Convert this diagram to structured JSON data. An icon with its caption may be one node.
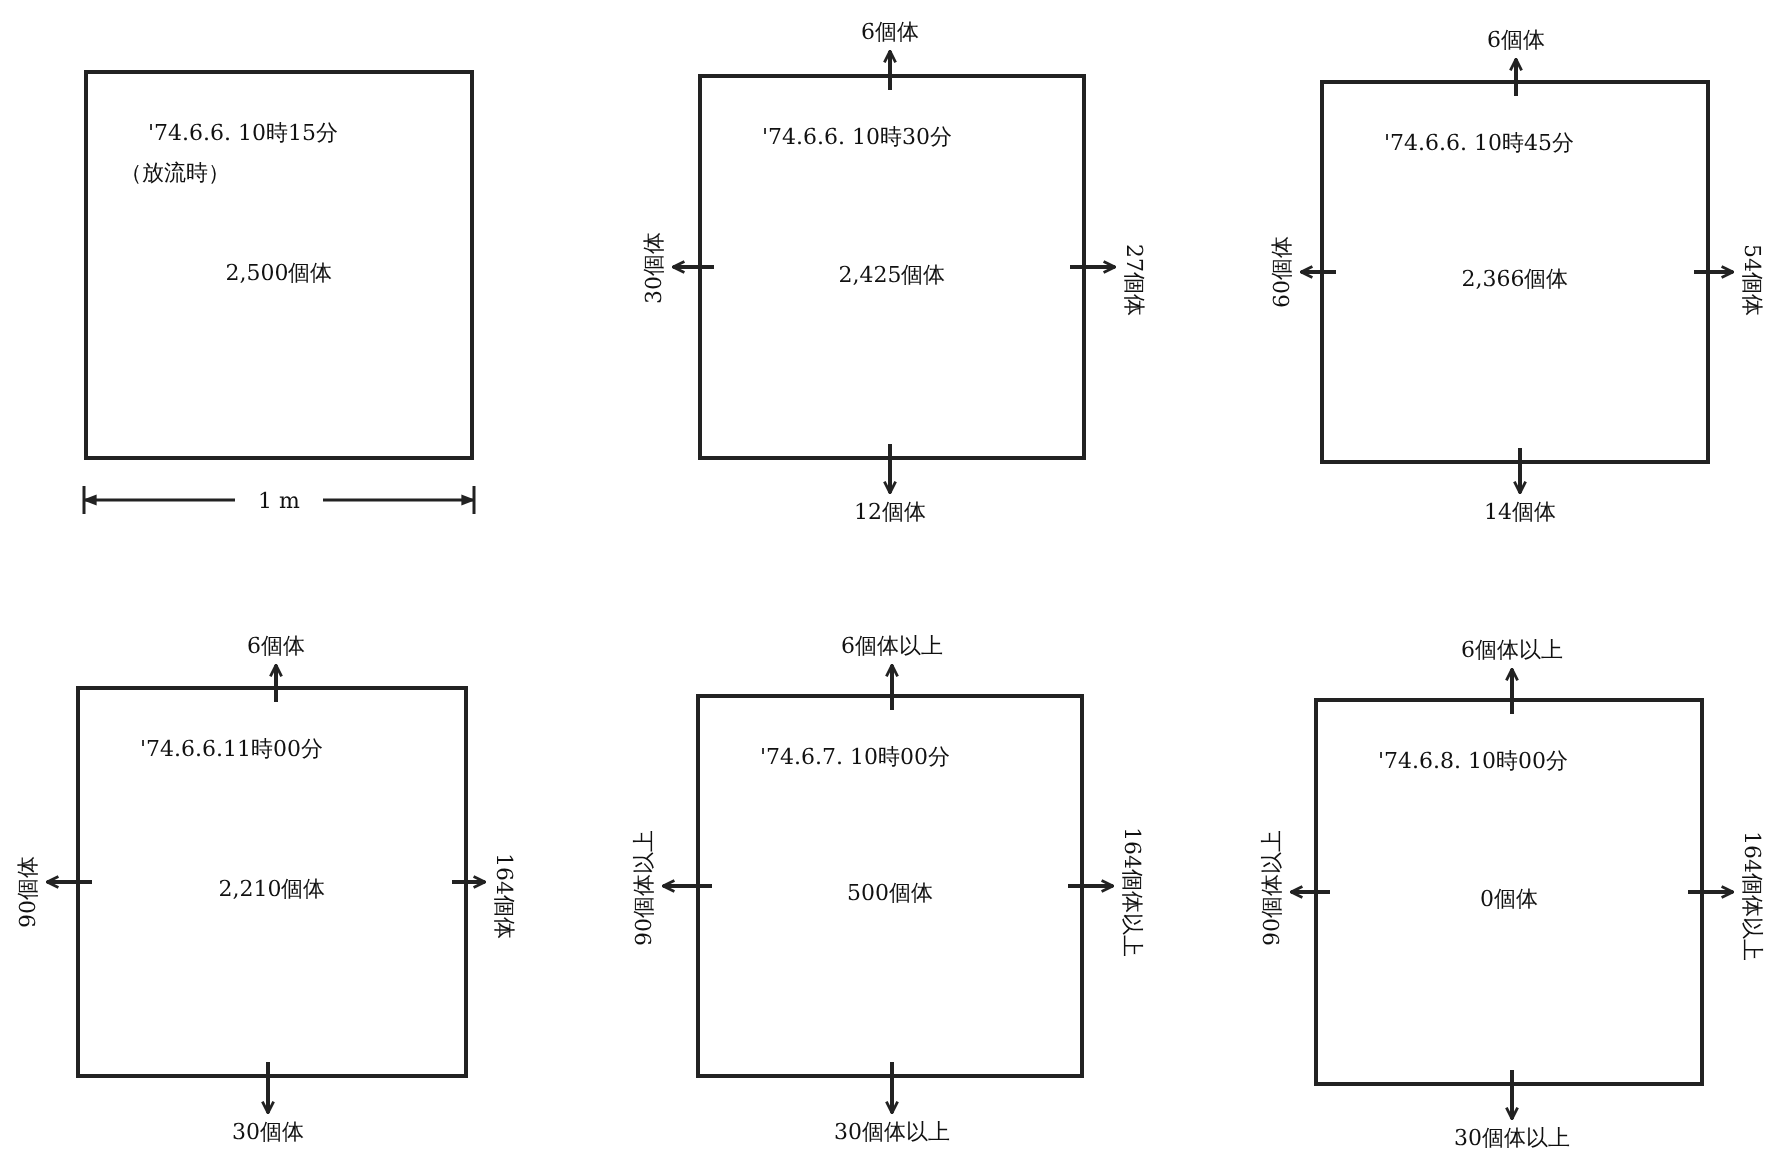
{
  "diagram": {
    "nodes": [
      {
        "text": [
          "'74.6.6. 10時15分",
          "（放流時）",
          "2,500個体"
        ]
      },
      {
        "text": [
          "'74.6.6. 10時30分",
          "2,425個体"
        ]
      },
      {
        "text": [
          "6個体"
        ]
      },
      {
        "text": [
          "30個体"
        ]
      },
      {
        "text": [
          "27個体"
        ]
      },
      {
        "text": [
          "12個体"
        ]
      },
      {
        "text": [
          "'74.6.6. 10時45分",
          "2,366個体"
        ]
      },
      {
        "text": [
          "6個体"
        ]
      },
      {
        "text": [
          "60個体"
        ]
      },
      {
        "text": [
          "54個体"
        ]
      },
      {
        "text": [
          "14個体"
        ]
      },
      {
        "text": [
          "'74.6.6.11時00分",
          "2,210個体"
        ]
      },
      {
        "text": [
          "6個体"
        ]
      },
      {
        "text": [
          "90個体"
        ]
      },
      {
        "text": [
          "164個体"
        ]
      },
      {
        "text": [
          "30個体"
        ]
      },
      {
        "text": [
          "'74.6.7. 10時00分",
          "500個体"
        ]
      },
      {
        "text": [
          "6個体以上"
        ]
      },
      {
        "text": [
          "90個体以上"
        ]
      },
      {
        "text": [
          "164個体以上"
        ]
      },
      {
        "text": [
          "30個体以上"
        ]
      },
      {
        "text": [
          "'74.6.8. 10時00分",
          "0個体"
        ]
      },
      {
        "text": [
          "6個体以上"
        ]
      },
      {
        "text": [
          "90個体以上"
        ]
      },
      {
        "text": [
          "164個体以上"
        ]
      },
      {
        "text": [
          "30個体以上"
        ]
      }
    ],
    "edges": [
      {
        "from": 1,
        "to": 2,
        "arrow": "to"
      },
      {
        "from": 1,
        "to": 3,
        "arrow": "to"
      },
      {
        "from": 1,
        "to": 4,
        "arrow": "to"
      },
      {
        "from": 1,
        "to": 5,
        "arrow": "to"
      },
      {
        "from": 6,
        "to": 7,
        "arrow": "to"
      },
      {
        "from": 6,
        "to": 8,
        "arrow": "to"
      },
      {
        "from": 6,
        "to": 9,
        "arrow": "to"
      },
      {
        "from": 6,
        "to": 10,
        "arrow": "to"
      },
      {
        "from": 11,
        "to": 12,
        "arrow": "to"
      },
      {
        "from": 11,
        "to": 13,
        "arrow": "to"
      },
      {
        "from": 11,
        "to": 14,
        "arrow": "to"
      },
      {
        "from": 11,
        "to": 15,
        "arrow": "to"
      },
      {
        "from": 16,
        "to": 17,
        "arrow": "to"
      },
      {
        "from": 16,
        "to": 18,
        "arrow": "to"
      },
      {
        "from": 16,
        "to": 19,
        "arrow": "to"
      },
      {
        "from": 16,
        "to": 20,
        "arrow": "to"
      },
      {
        "from": 21,
        "to": 22,
        "arrow": "to"
      },
      {
        "from": 21,
        "to": 23,
        "arrow": "to"
      },
      {
        "from": 21,
        "to": 24,
        "arrow": "to"
      },
      {
        "from": 21,
        "to": 25,
        "arrow": "to"
      }
    ],
    "labels": [
      "1 m"
    ]
  }
}
